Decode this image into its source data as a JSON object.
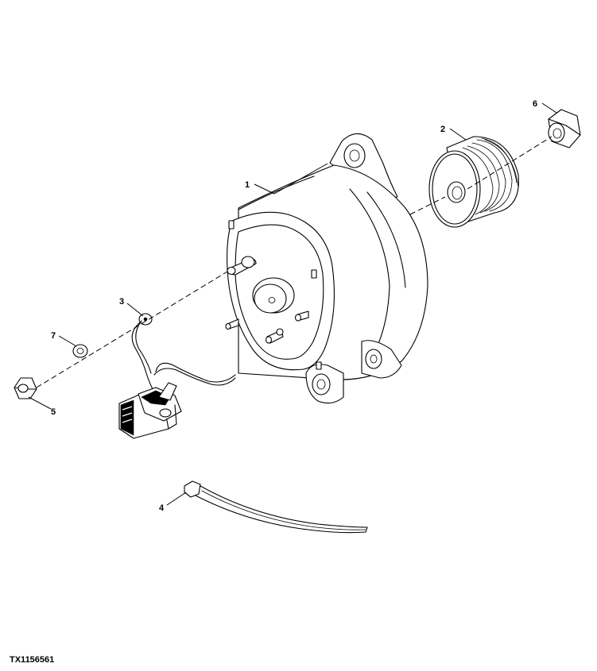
{
  "figure_id": "TX1156561",
  "callouts": {
    "alternator": "1",
    "pulley": "2",
    "terminal": "3",
    "cable_tie": "4",
    "nut_small": "5",
    "nut_large": "6",
    "lock_washer": "7"
  }
}
